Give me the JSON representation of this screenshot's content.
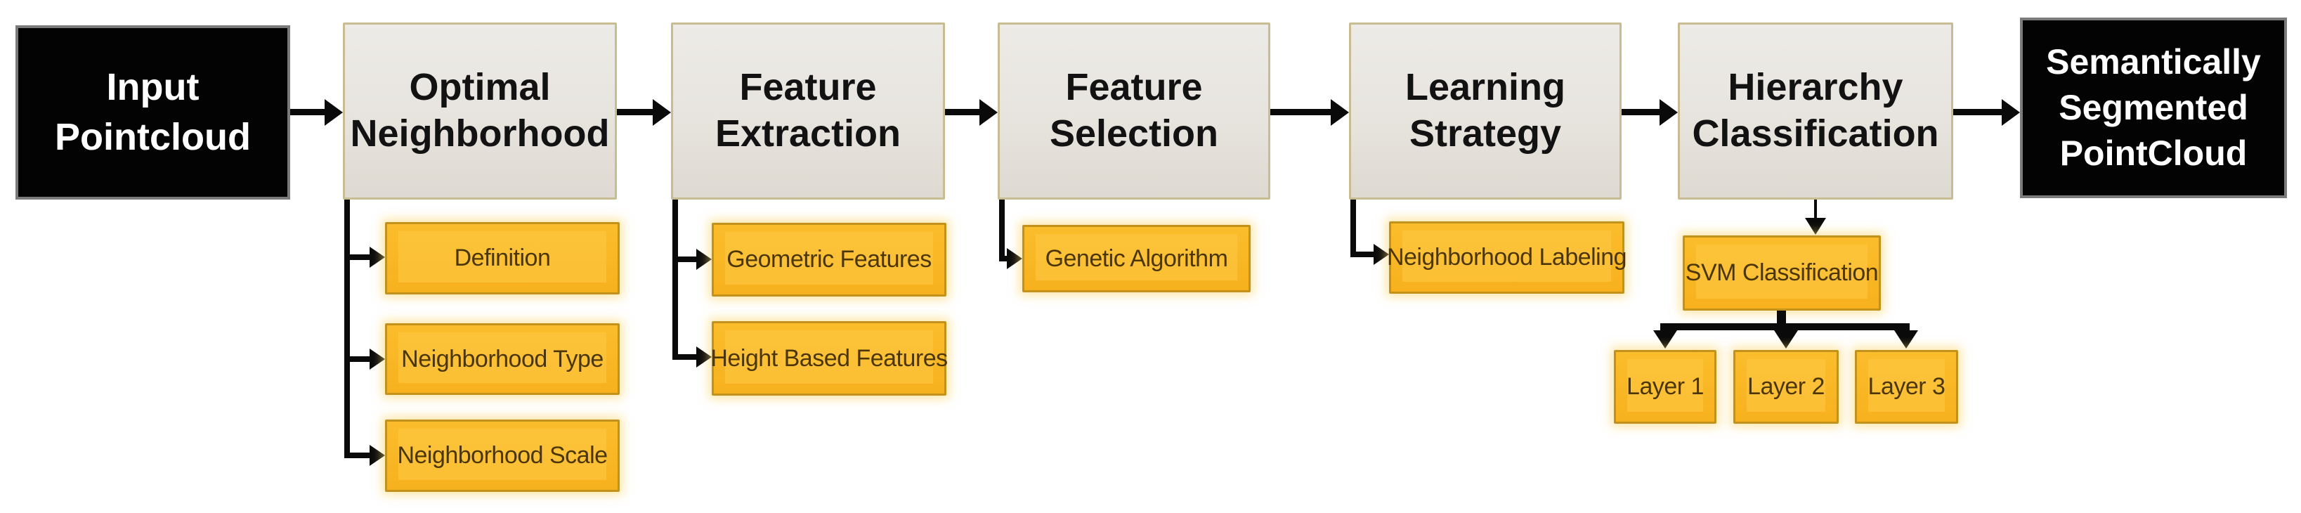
{
  "diagram_type": "flowchart",
  "title": "",
  "colors": {
    "background": "#ffffff",
    "terminal_fill": "#030303",
    "terminal_border": "#7b7b7b",
    "terminal_text": "#ffffff",
    "stage_fill": "#e8e5e0",
    "stage_border": "#c8bc92",
    "stage_text": "#121212",
    "sub_fill": "#f9b825",
    "sub_fill_highlight": "#fdc640",
    "sub_border": "#c2921d",
    "sub_text": "#4b3608",
    "connector": "#0a0a0a"
  },
  "nodes": {
    "input": {
      "line1": "Input",
      "line2": "Pointcloud"
    },
    "optimal_neighborhood": {
      "line1": "Optimal",
      "line2": "Neighborhood"
    },
    "feature_extraction": {
      "line1": "Feature",
      "line2": "Extraction"
    },
    "feature_selection": {
      "line1": "Feature",
      "line2": "Selection"
    },
    "learning_strategy": {
      "line1": "Learning",
      "line2": "Strategy"
    },
    "hierarchy_classification": {
      "line1": "Hierarchy",
      "line2": "Classification"
    },
    "output": {
      "line1": "Semantically",
      "line2": "Segmented",
      "line3": "PointCloud"
    }
  },
  "subnodes": {
    "optimal_neighborhood": [
      "Definition",
      "Neighborhood Type",
      "Neighborhood Scale"
    ],
    "feature_extraction": [
      "Geometric Features",
      "Height Based Features"
    ],
    "feature_selection": [
      "Genetic Algorithm"
    ],
    "learning_strategy": [
      "Neighborhood Labeling"
    ],
    "hierarchy_classification": [
      "SVM Classification"
    ],
    "svm_layers": [
      "Layer 1",
      "Layer 2",
      "Layer 3"
    ]
  },
  "flow_order": [
    "Input Pointcloud",
    "Optimal Neighborhood",
    "Feature Extraction",
    "Feature Selection",
    "Learning Strategy",
    "Hierarchy Classification",
    "Semantically Segmented PointCloud"
  ]
}
